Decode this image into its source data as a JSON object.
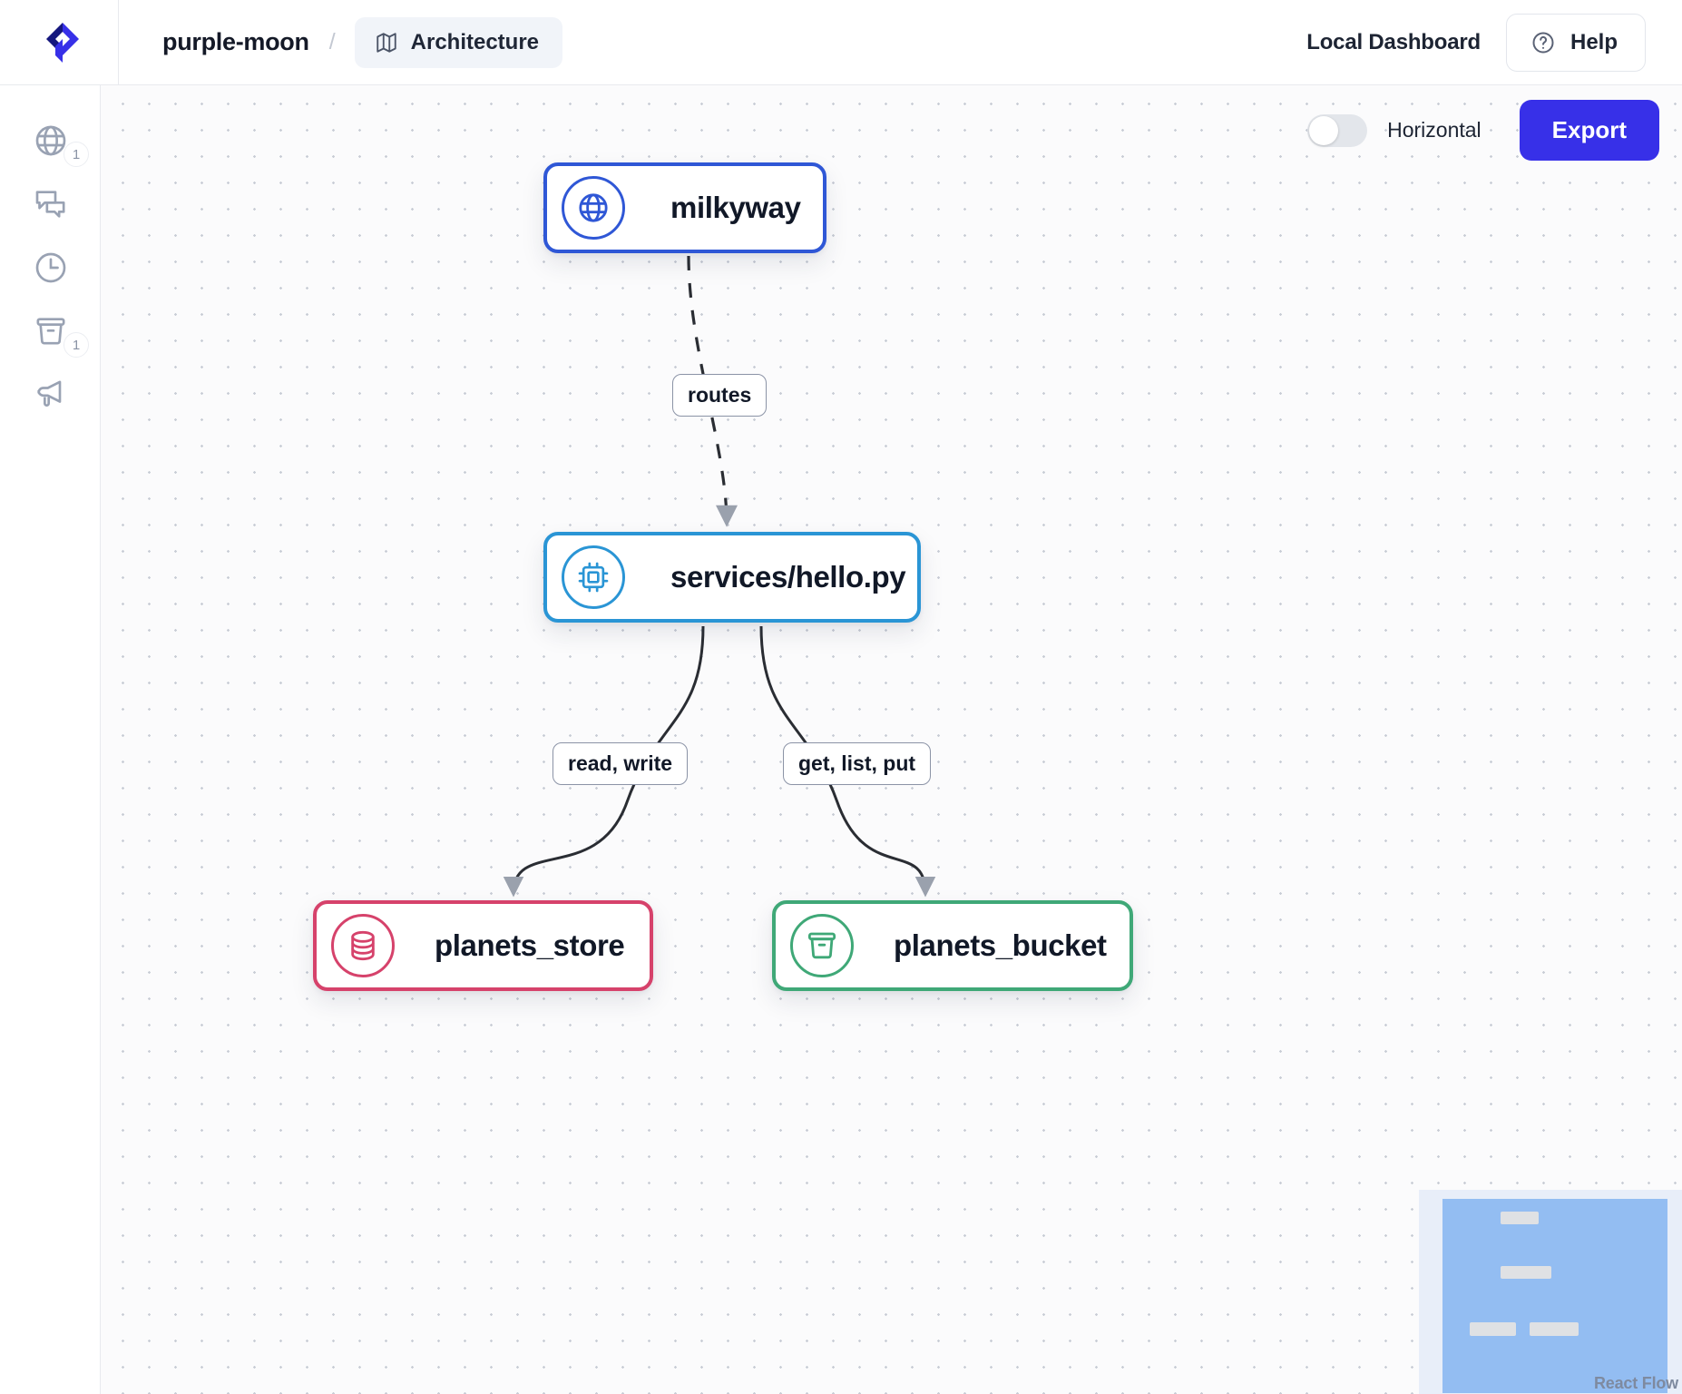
{
  "header": {
    "logo_icon": "app-logo-icon",
    "brand": "purple-moon",
    "separator": "/",
    "breadcrumb": {
      "icon": "map-icon",
      "label": "Architecture"
    },
    "dashboard_label": "Local Dashboard",
    "help": {
      "icon": "question-circle-icon",
      "label": "Help"
    }
  },
  "sidebar": {
    "items": [
      {
        "name": "sidebar-item-endpoints",
        "icon": "globe-icon",
        "badge": "1"
      },
      {
        "name": "sidebar-item-messages",
        "icon": "chat-bubbles-icon",
        "badge": ""
      },
      {
        "name": "sidebar-item-history",
        "icon": "clock-icon",
        "badge": ""
      },
      {
        "name": "sidebar-item-buckets",
        "icon": "bucket-icon",
        "badge": "1"
      },
      {
        "name": "sidebar-item-announcements",
        "icon": "megaphone-icon",
        "badge": ""
      }
    ]
  },
  "controls": {
    "orientation_toggle": {
      "label": "Horizontal",
      "state": "off"
    },
    "export_label": "Export"
  },
  "graph": {
    "nodes": [
      {
        "id": "milkyway",
        "label": "milkyway",
        "icon": "globe-icon",
        "color": "#2f57d6"
      },
      {
        "id": "service",
        "label": "services/hello.py",
        "icon": "cpu-chip-icon",
        "color": "#2a95d5"
      },
      {
        "id": "planets_store",
        "label": "planets_store",
        "icon": "database-icon",
        "color": "#d6426b"
      },
      {
        "id": "planets_bucket",
        "label": "planets_bucket",
        "icon": "bucket-icon",
        "color": "#3fa877"
      }
    ],
    "edges": [
      {
        "from": "milkyway",
        "to": "service",
        "label": "routes",
        "style": "dashed"
      },
      {
        "from": "service",
        "to": "planets_store",
        "label": "read, write",
        "style": "solid"
      },
      {
        "from": "service",
        "to": "planets_bucket",
        "label": "get, list, put",
        "style": "solid"
      }
    ]
  },
  "minimap": {
    "attribution": "React Flow"
  }
}
